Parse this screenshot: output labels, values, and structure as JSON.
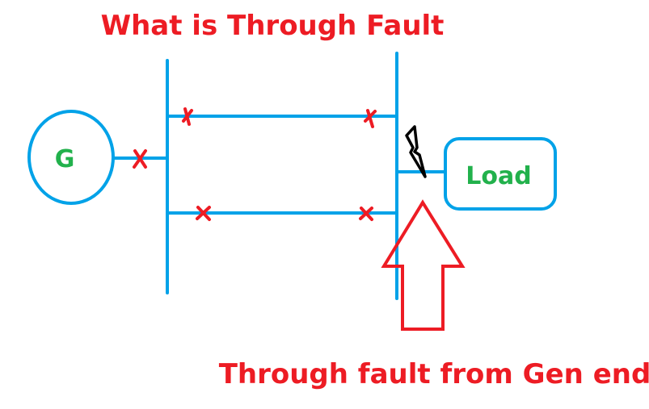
{
  "title": "What is Through Fault",
  "caption": "Through fault from Gen end",
  "generator": {
    "label": "G"
  },
  "load": {
    "label": "Load"
  },
  "colors": {
    "line": "#00a2e8",
    "breaker": "#ed1c24",
    "text_red": "#ed1c24",
    "text_green": "#22b14c",
    "fault": "#000000"
  },
  "components": {
    "breakers": [
      "generator-breaker",
      "line1-left-breaker",
      "line1-right-breaker",
      "line2-left-breaker",
      "line2-right-breaker"
    ],
    "fault_symbol": "lightning-bolt",
    "arrow_direction": "up"
  }
}
